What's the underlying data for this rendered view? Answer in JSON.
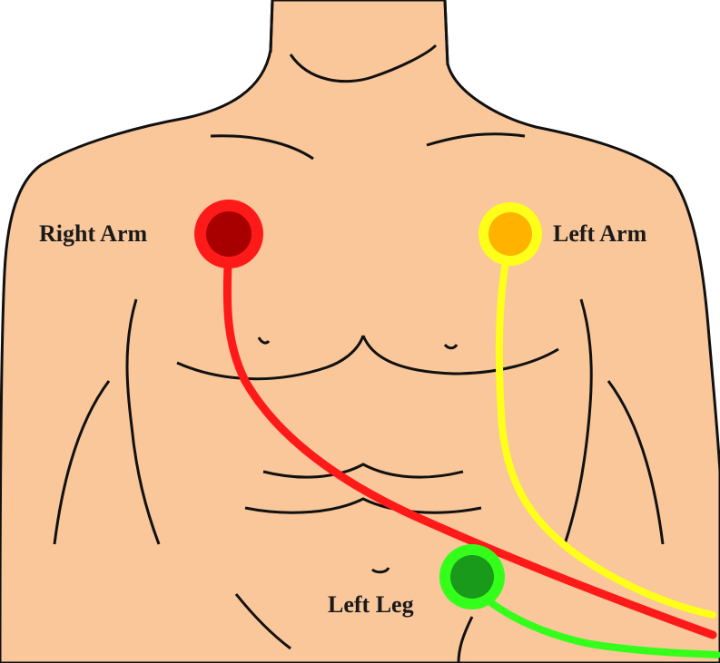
{
  "electrodes": {
    "right_arm": {
      "label": "Right Arm",
      "outer_color": "#ff1a1a",
      "inner_color": "#a80000",
      "lead_color": "#ff1a1a"
    },
    "left_arm": {
      "label": "Left Arm",
      "outer_color": "#ffff1a",
      "inner_color": "#ffb300",
      "lead_color": "#ffff1a"
    },
    "left_leg": {
      "label": "Left Leg",
      "outer_color": "#33ff1a",
      "inner_color": "#1a9a1a",
      "lead_color": "#33ff1a"
    }
  },
  "colors": {
    "skin": "#f9c79a",
    "outline": "#111111"
  }
}
